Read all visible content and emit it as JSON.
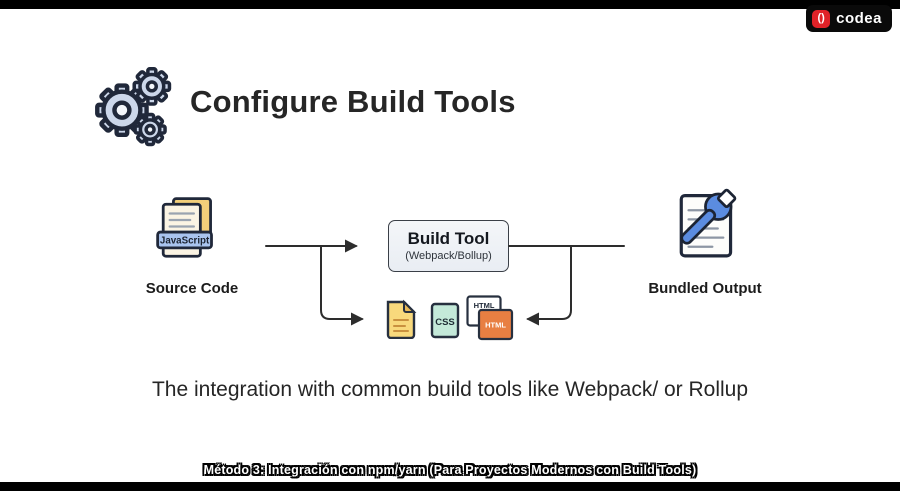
{
  "logo": {
    "text": "codea",
    "badge": "()"
  },
  "header": {
    "title": "Configure Build Tools"
  },
  "diagram": {
    "source": {
      "label": "Source Code",
      "file_badge": "JavaScript"
    },
    "build_tool": {
      "title": "Build Tool",
      "subtitle": "(Webpack/Bollup)"
    },
    "output": {
      "label": "Bundled Output"
    },
    "files": {
      "css_label": "CSS",
      "html_back_label": "HTML",
      "html_front_label": "HTML"
    }
  },
  "body_text": "The integration with common build tools like Webpack/ or Rollup",
  "caption": "Método 3: Integración con npm/yarn (Para Proyectos Modernos con Build Tools)",
  "colors": {
    "gear_fill": "#ccd7ea",
    "outline_dark": "#20283a",
    "js_badge_blue": "#a9c4ef",
    "wrench_blue": "#5b8ce0",
    "file_yellow": "#f8d97c",
    "file_mint": "#c4e9d9",
    "file_orange": "#e87f42",
    "logo_red": "#e02228"
  }
}
